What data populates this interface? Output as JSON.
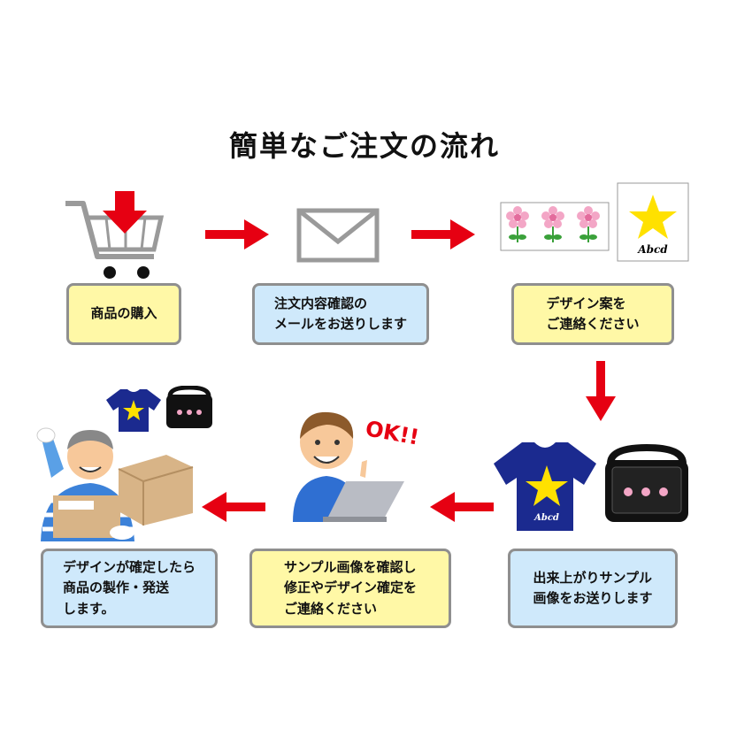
{
  "title": "簡単なご注文の流れ",
  "steps": [
    {
      "label": "商品の購入"
    },
    {
      "label": "注文内容確認の\nメールをお送りします"
    },
    {
      "label": "デザイン案を\nご連絡ください"
    },
    {
      "label": "出来上がりサンプル\n画像をお送りします"
    },
    {
      "label": "サンプル画像を確認し\n修正やデザイン確定を\nご連絡ください"
    },
    {
      "label": "デザインが確定したら\n商品の製作・発送\nします。"
    }
  ],
  "ok_text": "OK!!",
  "sample_text": "Abcd",
  "colors": {
    "arrow": "#e60012",
    "box_yellow": "#fff8a6",
    "box_blue": "#cfe9fb",
    "shirt": "#1b2a8f",
    "star": "#ffe100"
  }
}
